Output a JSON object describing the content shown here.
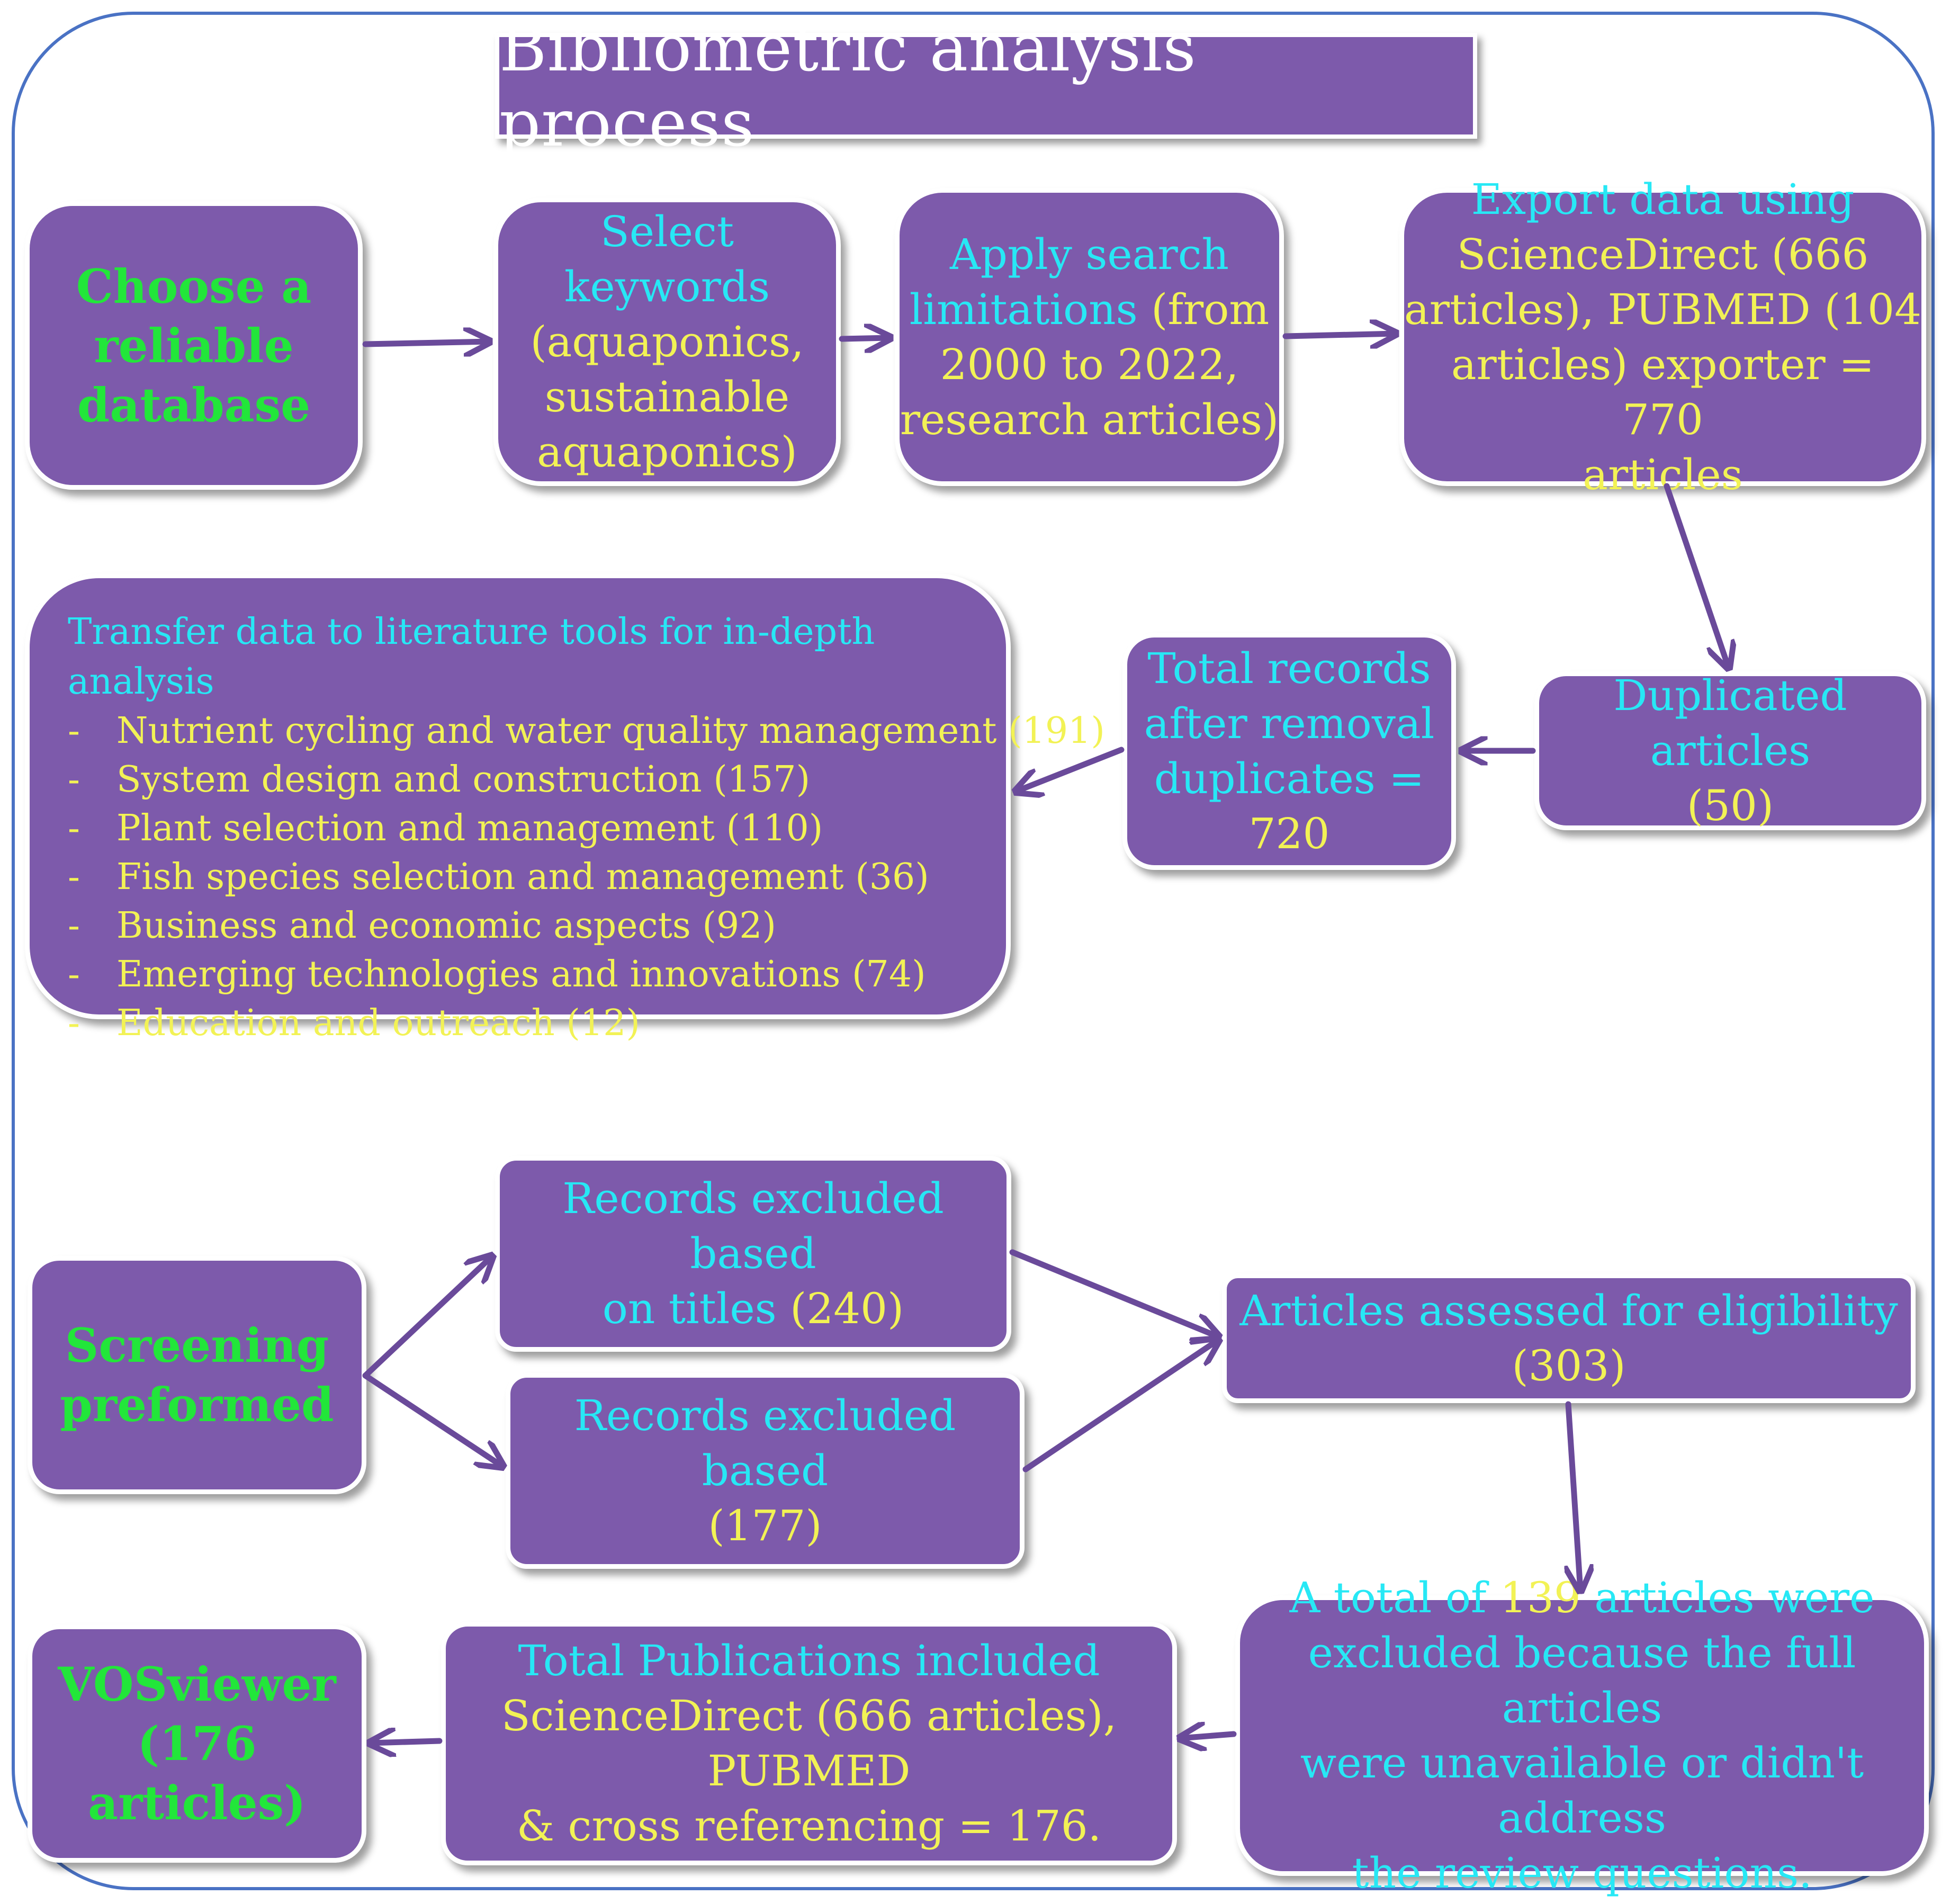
{
  "title": "Bibliometric analysis process",
  "nodes": {
    "choose": {
      "lines": [
        "Choose a",
        "reliable",
        "database"
      ]
    },
    "keywords": {
      "l1": "Select keywords",
      "l2": "(aquaponics,",
      "l3": "sustainable",
      "l4": "aquaponics)"
    },
    "limits": {
      "l1a": "Apply search",
      "l2a": "limitations",
      "l2b": " (from",
      "l3": "2000 to 2022,",
      "l4": "research articles)"
    },
    "export": {
      "l1": "Export data using",
      "l2": "ScienceDirect (666",
      "l3": "articles), PUBMED (104",
      "l4": "articles) exporter  = 770",
      "l5": "articles"
    },
    "duplicated": {
      "l1": "Duplicated articles",
      "l2": "(50)"
    },
    "total_after": {
      "l1": "Total records",
      "l2": "after removal",
      "l3": "duplicates =",
      "l4": "720"
    },
    "transfer": {
      "heading": "Transfer data to literature tools for in-depth analysis",
      "bullet": "-",
      "items": [
        "Nutrient cycling and water quality management (191)",
        "System design and construction (157)",
        "Plant selection and management (110)",
        "Fish species selection and management (36)",
        "Business and economic aspects (92)",
        "Emerging technologies and innovations (74)",
        "Education and outreach (12)"
      ]
    },
    "screening": {
      "lines": [
        "Screening",
        "preformed"
      ]
    },
    "excl_titles": {
      "l1": "Records excluded based",
      "l2a": "on titles",
      "l2b": " (240)"
    },
    "excl_other": {
      "l1": "Records excluded based",
      "l2": "(177)"
    },
    "eligibility": {
      "a": "Articles assessed for eligibility",
      "b": " (303)"
    },
    "excluded139": {
      "l1a": "A total of ",
      "l1b": "139",
      "l1c": " articles were",
      "l2": "excluded because the full articles",
      "l3": "were unavailable or didn't address",
      "l4": "the review questions."
    },
    "total_pub": {
      "l1": "Total Publications included",
      "l2": "ScienceDirect (666 articles), PUBMED",
      "l3": "& cross referencing = 176."
    },
    "vosviewer": {
      "lines": [
        "VOSviewer",
        "(176 articles)"
      ]
    }
  },
  "colors": {
    "box_fill": "#7d5aab",
    "heading_green": "#22e63a",
    "text_cyan": "#27e8f5",
    "text_yellow": "#f2f255",
    "arrow": "#6a4a9a",
    "frame": "#4a72c4"
  }
}
